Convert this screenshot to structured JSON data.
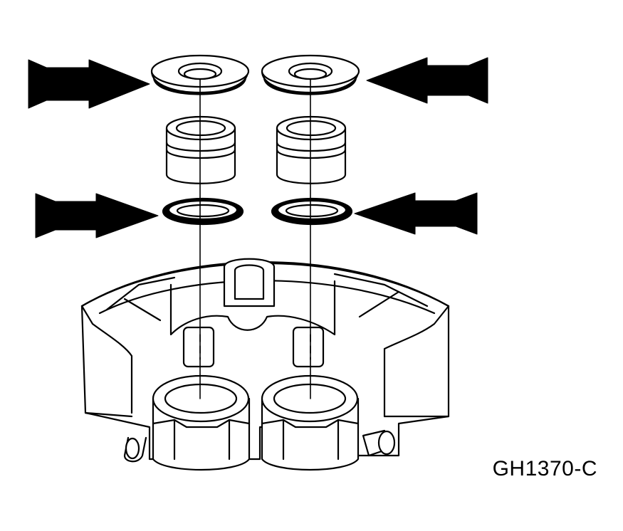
{
  "figure": {
    "code": "GH1370-C",
    "line_color": "#000000",
    "fill_color": "#ffffff",
    "parts": {
      "dust_boots": 2,
      "pistons": 2,
      "piston_seals": 2,
      "caliper_housing": 1
    },
    "arrows": [
      {
        "points_to": "left-dust-boot",
        "from": "left"
      },
      {
        "points_to": "right-dust-boot",
        "from": "right"
      },
      {
        "points_to": "left-piston-seal",
        "from": "left"
      },
      {
        "points_to": "right-piston-seal",
        "from": "right"
      }
    ]
  }
}
